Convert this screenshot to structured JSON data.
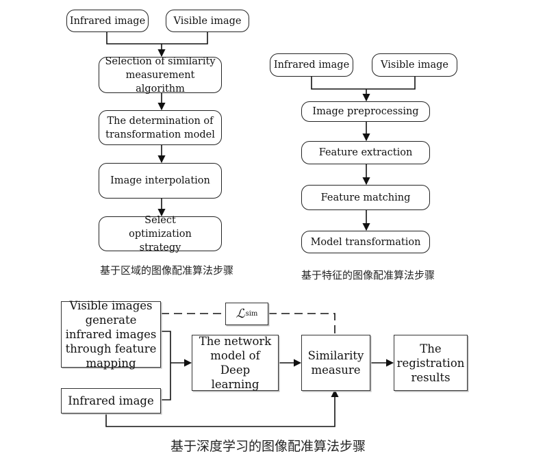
{
  "region_flow": {
    "inputs": [
      "Infrared image",
      "Visible image"
    ],
    "steps": [
      "Selection of similarity measurement algorithm",
      "The determination of transformation model",
      "Image interpolation",
      "Select optimization strategy"
    ],
    "caption": "基于区域的图像配准算法步骤"
  },
  "feature_flow": {
    "inputs": [
      "Infrared image",
      "Visible image"
    ],
    "steps": [
      "Image preprocessing",
      "Feature extraction",
      "Feature matching",
      "Model transformation"
    ],
    "caption": "基于特征的图像配准算法步骤"
  },
  "deep_flow": {
    "visible_box": "Visible images generate infrared images through feature mapping",
    "infrared_box": "Infrared image",
    "network_box": "The network model of Deep learning",
    "similarity_box": "Similarity measure",
    "result_box": "The registration results",
    "loss_symbol": "ℒ",
    "loss_subscript": "sim",
    "caption": "基于深度学习的图像配准算法步骤"
  }
}
